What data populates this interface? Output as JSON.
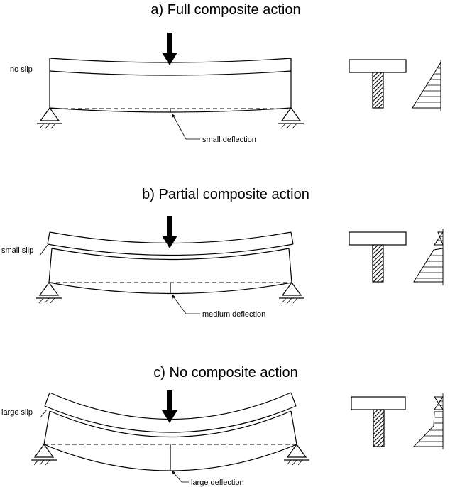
{
  "panels": [
    {
      "title": "a) Full composite action",
      "slip_label": "no slip",
      "deflection_label": "small deflection"
    },
    {
      "title": "b) Partial composite action",
      "slip_label": "small slip",
      "deflection_label": "medium deflection"
    },
    {
      "title": "c) No composite action",
      "slip_label": "large slip",
      "deflection_label": "large deflection"
    }
  ]
}
